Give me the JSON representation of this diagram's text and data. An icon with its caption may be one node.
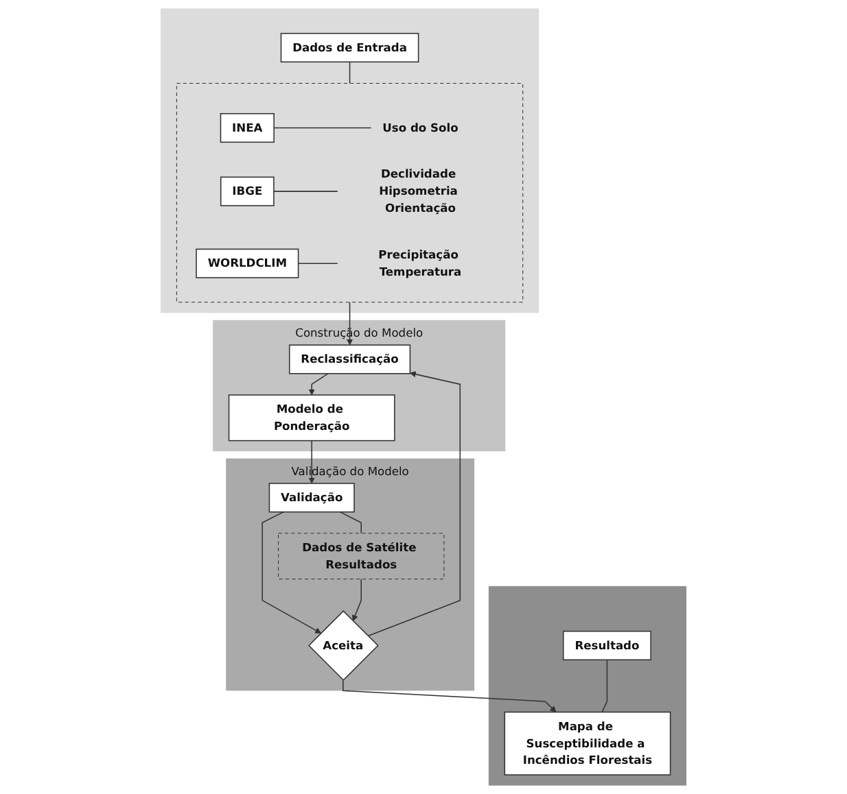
{
  "diagram": {
    "nodes": [
      {
        "text": [],
        "shape": "band"
      },
      {
        "text": [
          "Dados de Entrada"
        ],
        "in": 0
      },
      {
        "text": [],
        "shape": "box",
        "in": 0
      },
      {
        "text": [
          "INEA"
        ],
        "in": 2
      },
      {
        "text": [
          "Uso do Solo"
        ],
        "in": 2
      },
      {
        "text": [
          "IBGE"
        ],
        "in": 2
      },
      {
        "text": [
          "Declividade Hipsometria Orientação"
        ],
        "in": 2
      },
      {
        "text": [
          "WORLDCLIM"
        ],
        "in": 2
      },
      {
        "text": [
          "Precipitação Temperatura"
        ],
        "in": 2
      },
      {
        "text": [
          "Construção do Modelo"
        ]
      },
      {
        "text": [
          "Reclassificação"
        ],
        "in": 9
      },
      {
        "text": [
          "Modelo de Ponderação"
        ],
        "in": 9
      },
      {
        "text": [
          "Validação do Modelo"
        ]
      },
      {
        "text": [
          "Validação"
        ],
        "in": 12
      },
      {
        "text": [
          "Dados de Satélite Resultados"
        ],
        "in": 12
      },
      {
        "text": [
          "Aceita"
        ],
        "in": 12
      },
      {
        "text": [],
        "shape": "band"
      },
      {
        "text": [
          "Resultado"
        ],
        "in": 16
      },
      {
        "text": [
          "Mapa de Susceptibilidade a Incêndios Florestais"
        ],
        "in": 16
      }
    ],
    "edges": [
      {
        "from": 1,
        "to": 2,
        "arrow": "none"
      },
      {
        "from": 3,
        "to": 4,
        "arrow": "none"
      },
      {
        "from": 5,
        "to": 6,
        "arrow": "none"
      },
      {
        "from": 7,
        "to": 8,
        "arrow": "none"
      },
      {
        "from": 2,
        "to": 10,
        "arrow": "to"
      },
      {
        "from": 10,
        "to": 11,
        "arrow": "to"
      },
      {
        "from": 11,
        "to": 13,
        "arrow": "to"
      },
      {
        "from": 13,
        "to": 14,
        "arrow": "none"
      },
      {
        "from": 13,
        "to": 15,
        "arrow": "to"
      },
      {
        "from": 14,
        "to": 15,
        "arrow": "to"
      },
      {
        "from": 15,
        "to": 10,
        "arrow": "to"
      },
      {
        "from": 15,
        "to": 18,
        "arrow": "to"
      },
      {
        "from": 17,
        "to": 18,
        "arrow": "none"
      }
    ]
  }
}
